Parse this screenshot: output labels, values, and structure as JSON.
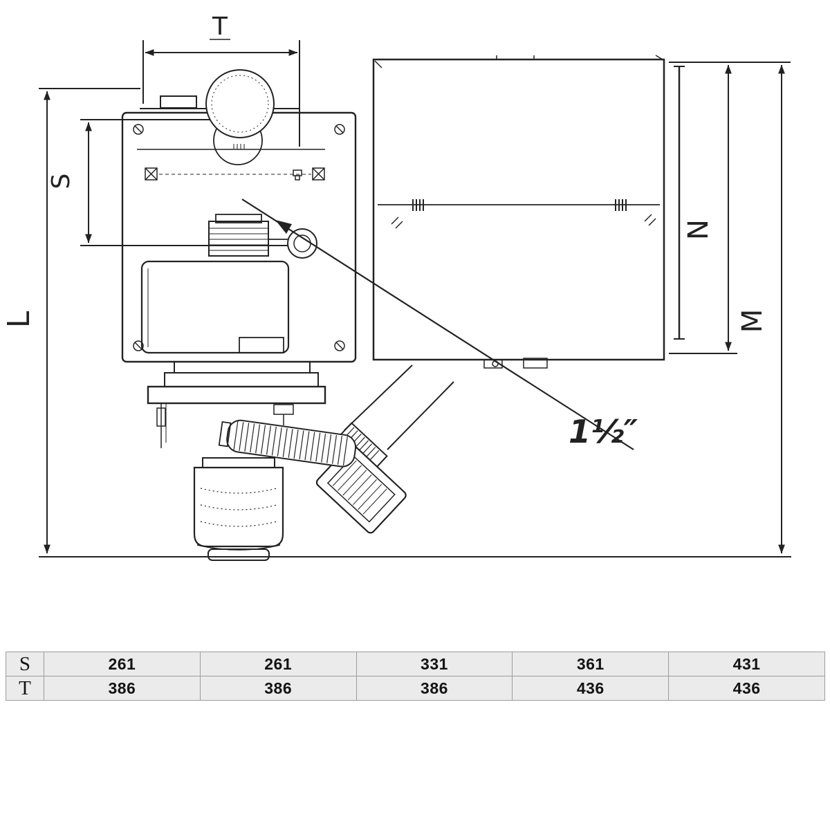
{
  "drawing": {
    "labels": {
      "t": "T",
      "s": "S",
      "l": "L",
      "n": "N",
      "m": "M"
    },
    "annotation": "1½″",
    "stroke_color": "#222222"
  },
  "table": {
    "rows": [
      {
        "label": "S",
        "values": [
          "261",
          "261",
          "331",
          "361",
          "431"
        ]
      },
      {
        "label": "T",
        "values": [
          "386",
          "386",
          "386",
          "436",
          "436"
        ]
      }
    ],
    "background": "#ebebeb",
    "border_color": "#9c9c9c"
  }
}
